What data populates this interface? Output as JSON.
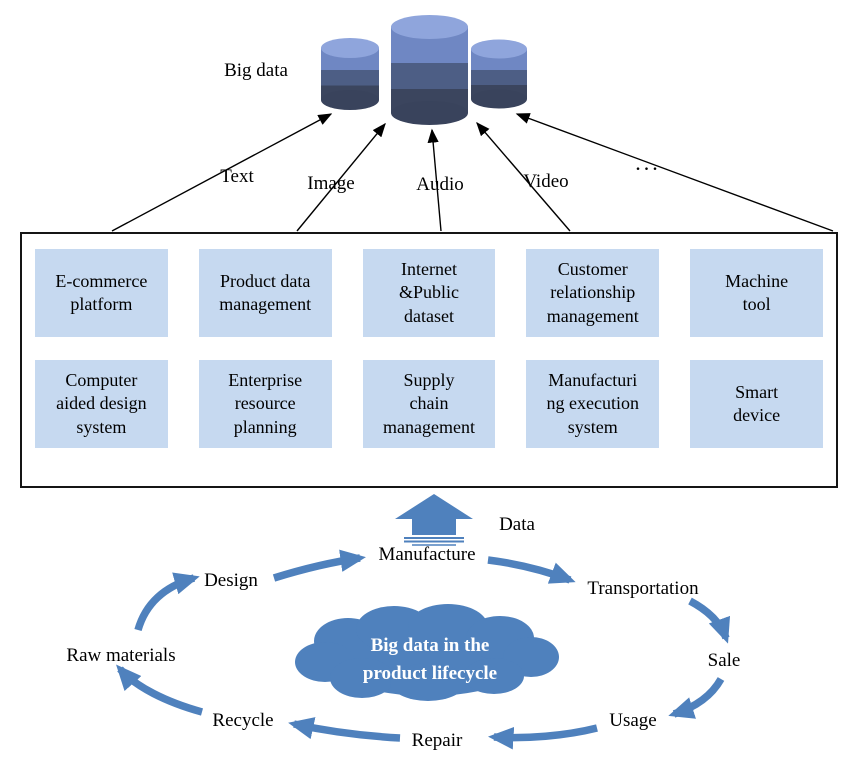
{
  "header": {
    "label": "Big data"
  },
  "data_types": [
    "Text",
    "Image",
    "Audio",
    "Video",
    "..."
  ],
  "sources": [
    {
      "label": "E-commerce\nplatform"
    },
    {
      "label": "Product data\nmanagement"
    },
    {
      "label": "Internet\n&Public\ndataset"
    },
    {
      "label": "Customer\nrelationship\nmanagement"
    },
    {
      "label": "Machine\ntool"
    },
    {
      "label": "Computer\naided design\nsystem"
    },
    {
      "label": "Enterprise\nresource\nplanning"
    },
    {
      "label": "Supply\nchain\nmanagement"
    },
    {
      "label": "Manufacturi\nng execution\nsystem"
    },
    {
      "label": "Smart\ndevice"
    }
  ],
  "flow": {
    "data_label": "Data"
  },
  "lifecycle": {
    "stages": [
      "Design",
      "Manufacture",
      "Transportation",
      "Sale",
      "Usage",
      "Repair",
      "Recycle",
      "Raw materials"
    ],
    "cloud_text": "Big data in the\nproduct lifecycle"
  },
  "colors": {
    "accent": "#4f81bd",
    "source_cell_fill": "#c6d9f0",
    "cylinder_light": "#8fa5dc",
    "cylinder_dark": "#3b455e",
    "border": "#151515"
  }
}
